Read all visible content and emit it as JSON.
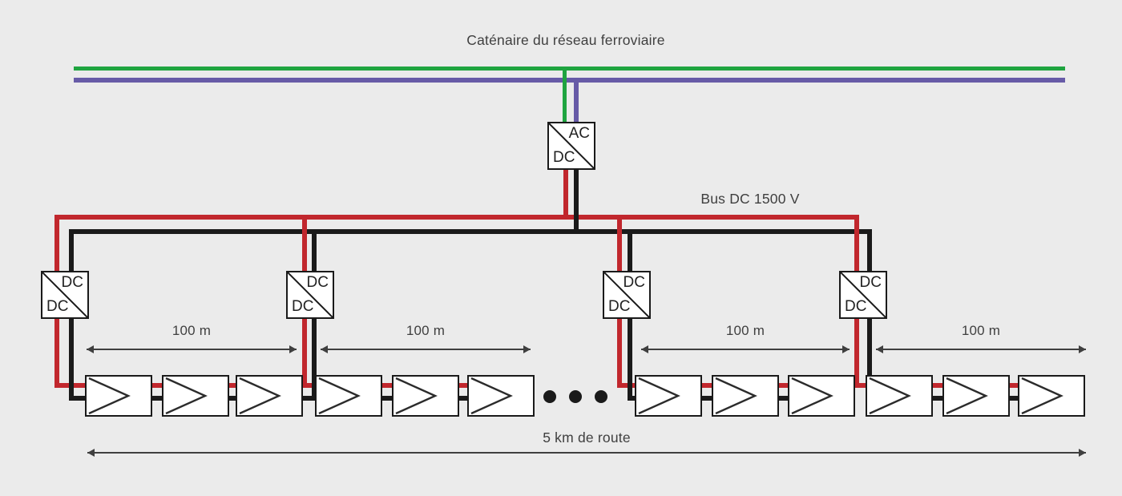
{
  "diagram": {
    "title": "Caténaire du réseau ferroviaire",
    "bus_label": "Bus DC 1500 V",
    "segment_label": "100 m",
    "road_label": "5 km de route",
    "ac_dc_converter": {
      "input_label": "AC",
      "output_label": "DC"
    },
    "dc_dc_converter": {
      "input_label": "DC",
      "output_label": "DC"
    },
    "panel_groups": 4,
    "panels_per_group": 3,
    "ellipsis_dots": 3,
    "colors": {
      "background": "#EBEBEB",
      "catenary_green": "#1FA440",
      "catenary_purple": "#675BA7",
      "bus_red": "#C1272D",
      "bus_black": "#1A1A1A",
      "text": "#3F3F3F",
      "arrow": "#3F3F3F"
    }
  }
}
